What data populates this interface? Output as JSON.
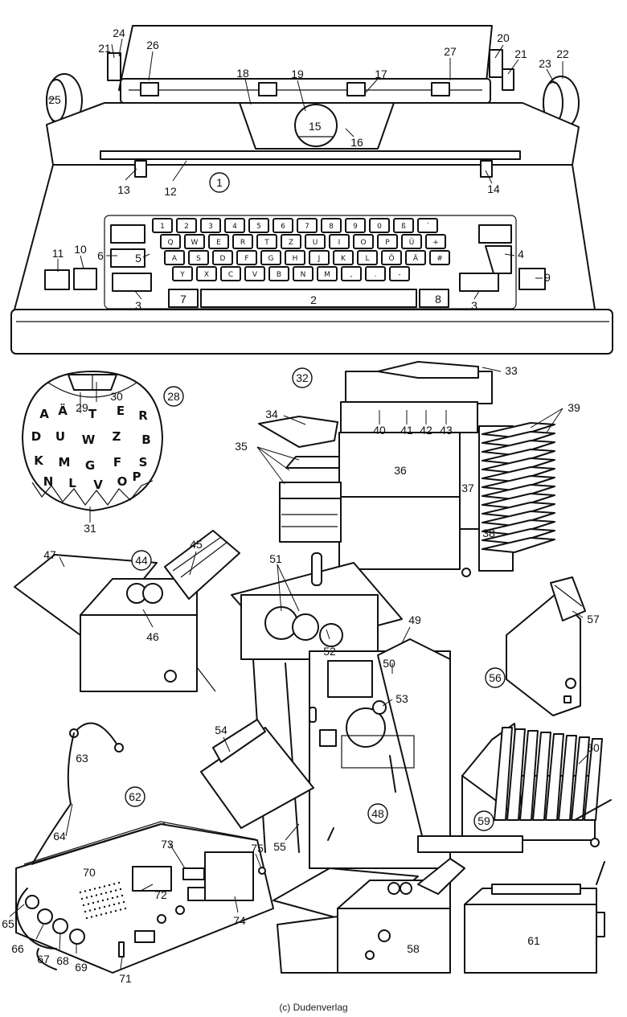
{
  "credit": "(c) Dudenverlag",
  "typewriter": {
    "labels": [
      "1",
      "2",
      "3",
      "3",
      "4",
      "5",
      "6",
      "7",
      "8",
      "9",
      "10",
      "11",
      "12",
      "13",
      "14",
      "15",
      "16",
      "17",
      "18",
      "19",
      "20",
      "21",
      "21",
      "22",
      "23",
      "24",
      "25",
      "26",
      "27"
    ],
    "key_rows": [
      [
        "1",
        "2",
        "3",
        "4",
        "5",
        "6",
        "7",
        "8",
        "9",
        "0",
        "ß",
        "´"
      ],
      [
        "Q",
        "W",
        "E",
        "R",
        "T",
        "Z",
        "U",
        "I",
        "O",
        "P",
        "Ü",
        "+"
      ],
      [
        "A",
        "S",
        "D",
        "F",
        "G",
        "H",
        "J",
        "K",
        "L",
        "Ö",
        "Ä",
        "#"
      ],
      [
        "Y",
        "X",
        "C",
        "V",
        "B",
        "N",
        "M",
        ",",
        ".",
        "-"
      ]
    ]
  },
  "typeball": {
    "labels": [
      "28",
      "29",
      "30",
      "31"
    ],
    "glyphs": [
      "A",
      "Ä",
      "T",
      "E",
      "R",
      "D",
      "U",
      "W",
      "Z",
      "B",
      "K",
      "M",
      "G",
      "F",
      "S",
      "N",
      "L",
      "V",
      "O",
      "P"
    ]
  },
  "copier": {
    "labels": [
      "32",
      "33",
      "34",
      "35",
      "36",
      "37",
      "38",
      "39",
      "40",
      "41",
      "42",
      "43"
    ]
  },
  "folder": {
    "labels": [
      "44",
      "45",
      "46",
      "47"
    ]
  },
  "offset_press": {
    "labels": [
      "48",
      "49",
      "50",
      "51",
      "52",
      "53",
      "54",
      "55"
    ]
  },
  "collator_tower": {
    "labels": [
      "56",
      "57"
    ]
  },
  "inserter": {
    "labels": [
      "58"
    ]
  },
  "sorter": {
    "labels": [
      "59",
      "60"
    ]
  },
  "shredder": {
    "labels": [
      "61"
    ]
  },
  "dictation": {
    "labels": [
      "62",
      "63",
      "64",
      "65",
      "66",
      "67",
      "68",
      "69",
      "70",
      "71",
      "72",
      "73",
      "74",
      "75"
    ]
  }
}
